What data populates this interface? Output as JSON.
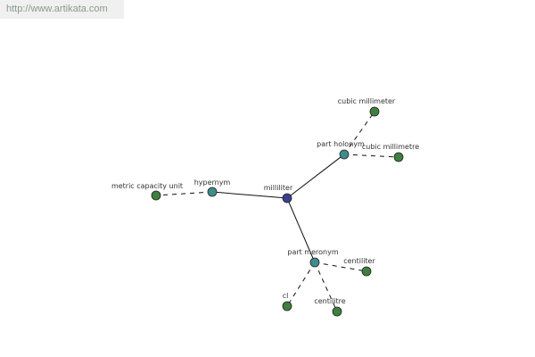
{
  "watermark": "http://www.artikata.com",
  "colors": {
    "center_node": "#3a3f8f",
    "relation_node": "#3f8c8c",
    "term_node": "#3f7f3f",
    "edge": "#111111"
  },
  "graph": {
    "center": "milliliter",
    "relations": [
      {
        "label": "hypernym",
        "terms": [
          "metric capacity unit"
        ]
      },
      {
        "label": "part holonym",
        "terms": [
          "cubic millimeter",
          "cubic millimetre"
        ]
      },
      {
        "label": "part meronym",
        "terms": [
          "centiliter",
          "cl",
          "centilitre"
        ]
      }
    ]
  }
}
